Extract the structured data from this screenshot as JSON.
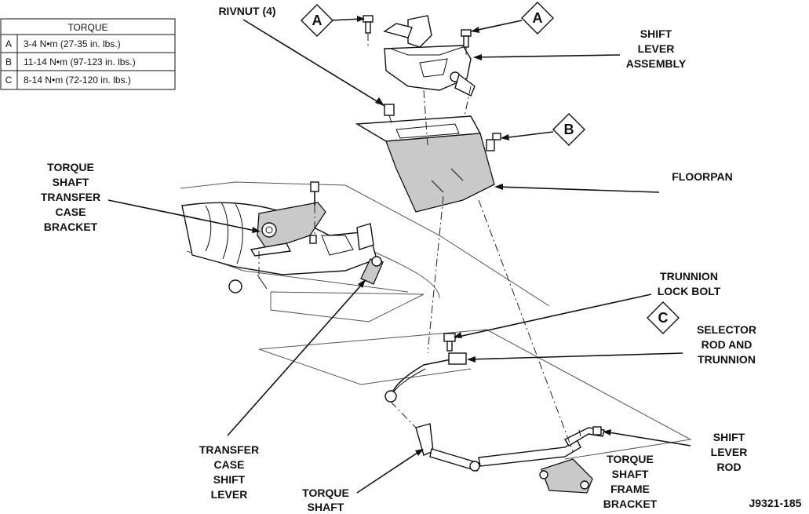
{
  "torque_table": {
    "title": "TORQUE",
    "rows": [
      {
        "ref": "A",
        "value": "3-4 N•m (27-35 in. lbs.)"
      },
      {
        "ref": "B",
        "value": "11-14 N•m (97-123 in. lbs.)"
      },
      {
        "ref": "C",
        "value": "8-14 N•m (72-120 in. lbs.)"
      }
    ]
  },
  "callouts": {
    "rivnut": "RIVNUT (4)",
    "shift_lever_assembly": [
      "SHIFT",
      "LEVER",
      "ASSEMBLY"
    ],
    "floorpan": "FLOORPAN",
    "torque_shaft_transfer_case_bracket": [
      "TORQUE",
      "SHAFT",
      "TRANSFER",
      "CASE",
      "BRACKET"
    ],
    "trunnion_lock_bolt": [
      "TRUNNION",
      "LOCK BOLT"
    ],
    "selector_rod_and_trunnion": [
      "SELECTOR",
      "ROD AND",
      "TRUNNION"
    ],
    "transfer_case_shift_lever": [
      "TRANSFER",
      "CASE",
      "SHIFT",
      "LEVER"
    ],
    "shift_lever_rod": [
      "SHIFT",
      "LEVER",
      "ROD"
    ],
    "torque_shaft_frame_bracket": [
      "TORQUE",
      "SHAFT",
      "FRAME",
      "BRACKET"
    ],
    "torque_shaft": [
      "TORQUE",
      "SHAFT"
    ]
  },
  "ref_markers": [
    "A",
    "A",
    "B",
    "C"
  ],
  "figure_id": "J9321-185"
}
